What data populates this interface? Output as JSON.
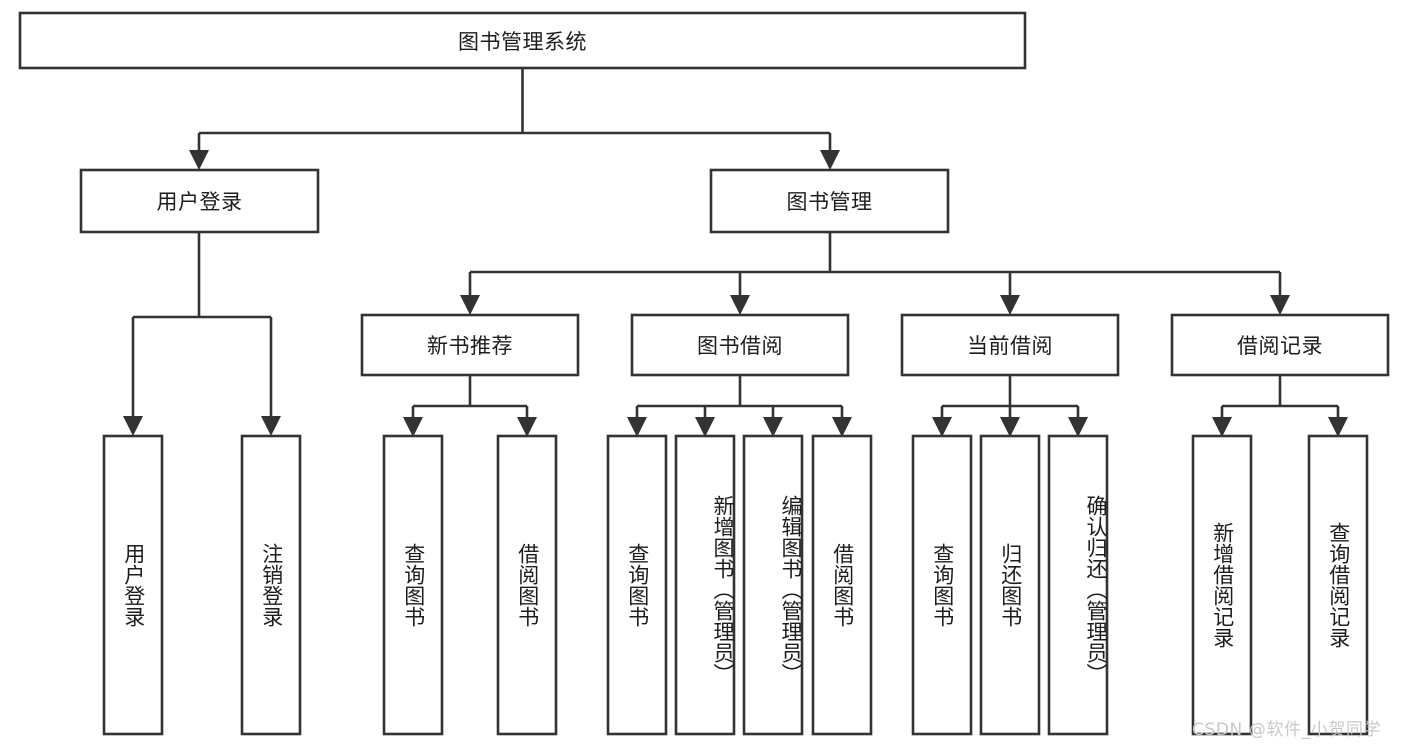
{
  "diagram": {
    "type": "tree-hierarchy-diagram",
    "title": "图书管理系统",
    "watermark": "CSDN @软件_小贺同学",
    "colors": {
      "stroke": "#333333",
      "fill": "#ffffff",
      "text": "#1d1d1d",
      "watermark": "#c9c9c9",
      "background": "#ffffff"
    },
    "levels": {
      "root": "图书管理系统",
      "level2": [
        "用户登录",
        "图书管理"
      ],
      "level3": [
        "新书推荐",
        "图书借阅",
        "当前借阅",
        "借阅记录"
      ]
    },
    "nodes": {
      "root": {
        "label": "图书管理系统",
        "orientation": "horizontal"
      },
      "user_login": {
        "label": "用户登录",
        "orientation": "horizontal"
      },
      "book_manage": {
        "label": "图书管理",
        "orientation": "horizontal"
      },
      "new_book_rec": {
        "label": "新书推荐",
        "orientation": "horizontal"
      },
      "book_borrow": {
        "label": "图书借阅",
        "orientation": "horizontal"
      },
      "current_borrow": {
        "label": "当前借阅",
        "orientation": "horizontal"
      },
      "borrow_record": {
        "label": "借阅记录",
        "orientation": "horizontal"
      }
    },
    "leaves": [
      {
        "id": "leaf-user-login",
        "label": "用户登录",
        "parent": "用户登录"
      },
      {
        "id": "leaf-logout-login",
        "label": "注销登录",
        "parent": "用户登录"
      },
      {
        "id": "leaf-query-book-1",
        "label": "查询图书",
        "parent": "新书推荐"
      },
      {
        "id": "leaf-borrow-book-1",
        "label": "借阅图书",
        "parent": "新书推荐"
      },
      {
        "id": "leaf-query-book-2",
        "label": "查询图书",
        "parent": "图书借阅"
      },
      {
        "id": "leaf-add-book",
        "label": "新增图书（管理员）",
        "parent": "图书借阅"
      },
      {
        "id": "leaf-edit-book",
        "label": "编辑图书（管理员）",
        "parent": "图书借阅"
      },
      {
        "id": "leaf-borrow-book-2",
        "label": "借阅图书",
        "parent": "图书借阅"
      },
      {
        "id": "leaf-query-book-3",
        "label": "查询图书",
        "parent": "当前借阅"
      },
      {
        "id": "leaf-return-book",
        "label": "归还图书",
        "parent": "当前借阅"
      },
      {
        "id": "leaf-confirm-return",
        "label": "确认归还（管理员）",
        "parent": "当前借阅"
      },
      {
        "id": "leaf-add-record",
        "label": "新增借阅记录",
        "parent": "借阅记录"
      },
      {
        "id": "leaf-query-record",
        "label": "查询借阅记录",
        "parent": "借阅记录"
      }
    ],
    "edges": [
      {
        "from": "图书管理系统",
        "to": "用户登录"
      },
      {
        "from": "图书管理系统",
        "to": "图书管理"
      },
      {
        "from": "图书管理",
        "to": "新书推荐"
      },
      {
        "from": "图书管理",
        "to": "图书借阅"
      },
      {
        "from": "图书管理",
        "to": "当前借阅"
      },
      {
        "from": "图书管理",
        "to": "借阅记录"
      },
      {
        "from": "用户登录",
        "to": "用户登录"
      },
      {
        "from": "用户登录",
        "to": "注销登录"
      },
      {
        "from": "新书推荐",
        "to": "查询图书"
      },
      {
        "from": "新书推荐",
        "to": "借阅图书"
      },
      {
        "from": "图书借阅",
        "to": "查询图书"
      },
      {
        "from": "图书借阅",
        "to": "新增图书（管理员）"
      },
      {
        "from": "图书借阅",
        "to": "编辑图书（管理员）"
      },
      {
        "from": "图书借阅",
        "to": "借阅图书"
      },
      {
        "from": "当前借阅",
        "to": "查询图书"
      },
      {
        "from": "当前借阅",
        "to": "归还图书"
      },
      {
        "from": "当前借阅",
        "to": "确认归还（管理员）"
      },
      {
        "from": "借阅记录",
        "to": "新增借阅记录"
      },
      {
        "from": "借阅记录",
        "to": "查询借阅记录"
      }
    ]
  }
}
